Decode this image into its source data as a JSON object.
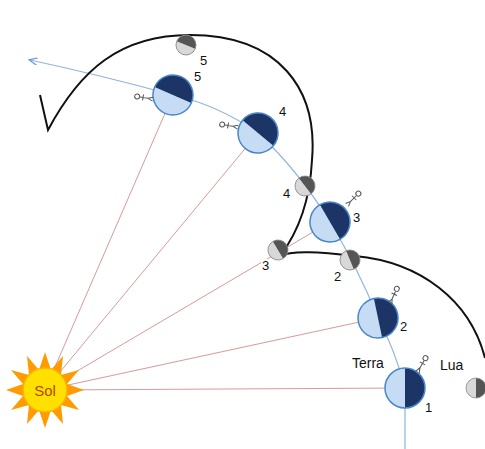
{
  "diagram": {
    "nodes": [
      {
        "text": [
          "Sol"
        ]
      }
    ],
    "labels": [
      "Terra",
      "Lua",
      "1",
      "2",
      "2",
      "3",
      "3",
      "4",
      "4",
      "5",
      "5"
    ]
  }
}
